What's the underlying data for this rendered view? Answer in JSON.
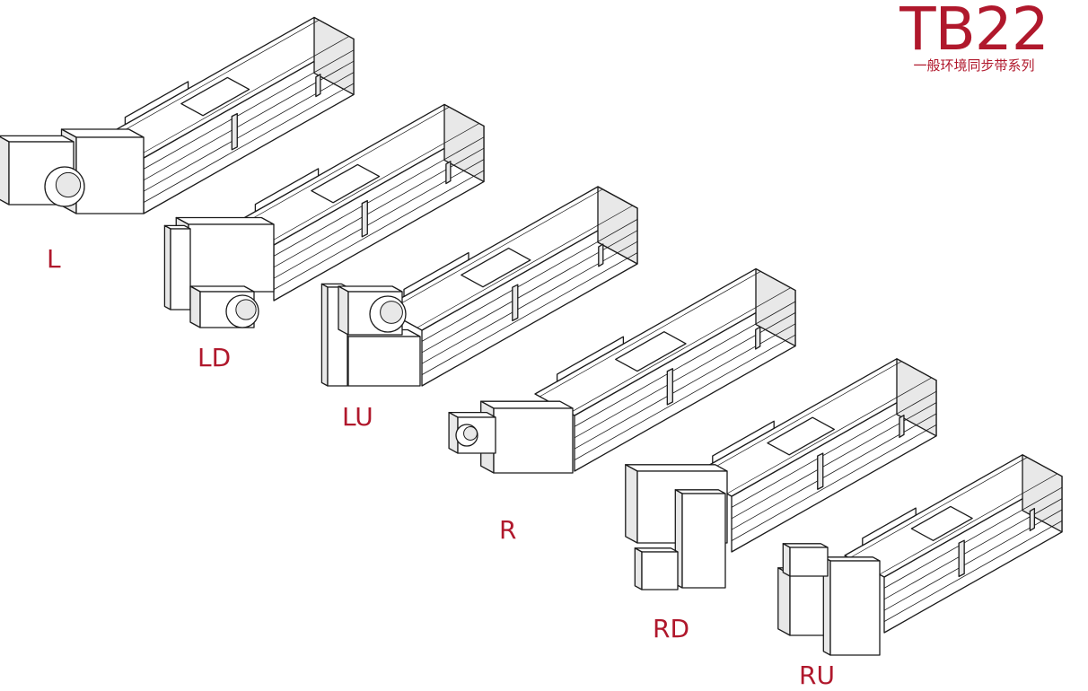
{
  "header": {
    "model": "TB22",
    "subtitle": "一般环境同步带系列"
  },
  "variants": [
    {
      "code": "L",
      "motor_side": "left",
      "motor_position": "inline"
    },
    {
      "code": "LD",
      "motor_side": "left",
      "motor_position": "down"
    },
    {
      "code": "LU",
      "motor_side": "left",
      "motor_position": "up"
    },
    {
      "code": "R",
      "motor_side": "right",
      "motor_position": "inline"
    },
    {
      "code": "RD",
      "motor_side": "right",
      "motor_position": "down"
    },
    {
      "code": "RU",
      "motor_side": "right",
      "motor_position": "up"
    }
  ],
  "colors": {
    "accent": "#b0182c",
    "line": "#1a1a1a",
    "fill": "#ffffff",
    "shade": "#e8e8e8"
  }
}
